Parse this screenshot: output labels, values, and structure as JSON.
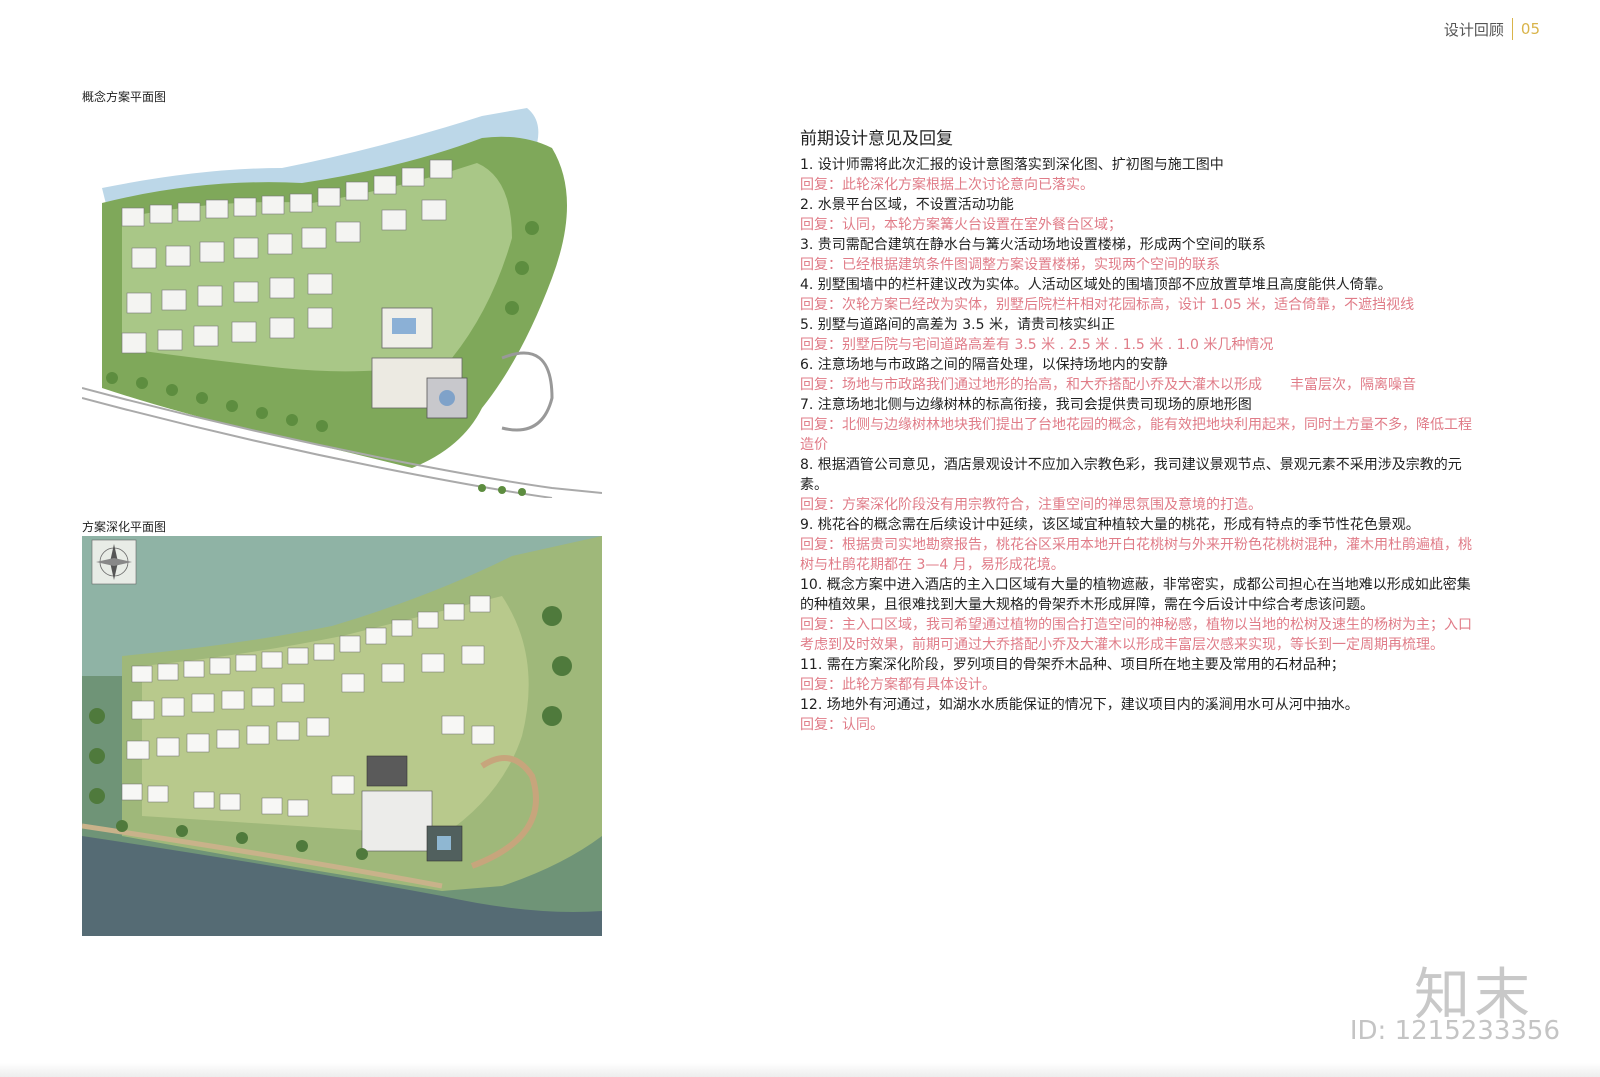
{
  "header": {
    "section_title": "设计回顾",
    "page_number": "05"
  },
  "plans": [
    {
      "caption": "概念方案平面图"
    },
    {
      "caption": "方案深化平面图"
    }
  ],
  "notes": {
    "title": "前期设计意见及回复",
    "items": [
      {
        "q": "1. 设计师需将此次汇报的设计意图落实到深化图、扩初图与施工图中",
        "r": "回复：此轮深化方案根据上次讨论意向已落实。"
      },
      {
        "q": "2. 水景平台区域，不设置活动功能",
        "r": "回复：认同，本轮方案篝火台设置在室外餐台区域；"
      },
      {
        "q": "3. 贵司需配合建筑在静水台与篝火活动场地设置楼梯，形成两个空间的联系",
        "r": "回复：已经根据建筑条件图调整方案设置楼梯，实现两个空间的联系"
      },
      {
        "q": "4. 别墅围墙中的栏杆建议改为实体。人活动区域处的围墙顶部不应放置草堆且高度能供人倚靠。",
        "r": "回复：次轮方案已经改为实体，别墅后院栏杆相对花园标高，设计 1.05 米，适合倚靠，不遮挡视线"
      },
      {
        "q": "5. 别墅与道路间的高差为 3.5 米，请贵司核实纠正",
        "r": "回复：别墅后院与宅间道路高差有 3.5 米 . 2.5 米 . 1.5 米 . 1.0 米几种情况"
      },
      {
        "q": "6. 注意场地与市政路之间的隔音处理，以保持场地内的安静",
        "r": "回复：场地与市政路我们通过地形的抬高，和大乔搭配小乔及大灌木以形成　　丰富层次，隔离噪音"
      },
      {
        "q": "7. 注意场地北侧与边缘树林的标高衔接，我司会提供贵司现场的原地形图",
        "r": "回复：北侧与边缘树林地块我们提出了台地花园的概念，能有效把地块利用起来，同时土方量不多，降低工程造价"
      },
      {
        "q": "8. 根据酒管公司意见，酒店景观设计不应加入宗教色彩，我司建议景观节点、景观元素不采用涉及宗教的元素。",
        "r": "回复：方案深化阶段没有用宗教符合，注重空间的禅思氛围及意境的打造。"
      },
      {
        "q": "9. 桃花谷的概念需在后续设计中延续，该区域宜种植较大量的桃花，形成有特点的季节性花色景观。",
        "r": "回复：根据贵司实地勘察报告，桃花谷区采用本地开白花桃树与外来开粉色花桃树混种，灌木用杜鹃遍植，桃树与杜鹃花期都在 3—4 月，易形成花境。"
      },
      {
        "q": "10. 概念方案中进入酒店的主入口区域有大量的植物遮蔽，非常密实，成都公司担心在当地难以形成如此密集的种植效果，且很难找到大量大规格的骨架乔木形成屏障，需在今后设计中综合考虑该问题。",
        "r": "回复：主入口区域，我司希望通过植物的围合打造空间的神秘感，植物以当地的松树及速生的杨树为主；入口考虑到及时效果，前期可通过大乔搭配小乔及大灌木以形成丰富层次感来实现，等长到一定周期再梳理。"
      },
      {
        "q": "11. 需在方案深化阶段，罗列项目的骨架乔木品种、项目所在地主要及常用的石材品种；",
        "r": "回复：此轮方案都有具体设计。"
      },
      {
        "q": "12. 场地外有河通过，如湖水水质能保证的情况下，建议项目内的溪涧用水可从河中抽水。",
        "r": "回复：认同。"
      }
    ]
  },
  "watermark": {
    "brand": "知末",
    "id_text": "ID: 1215233356"
  },
  "colors": {
    "accent": "#d9b44a",
    "reply": "#e07c88",
    "text": "#222222"
  }
}
